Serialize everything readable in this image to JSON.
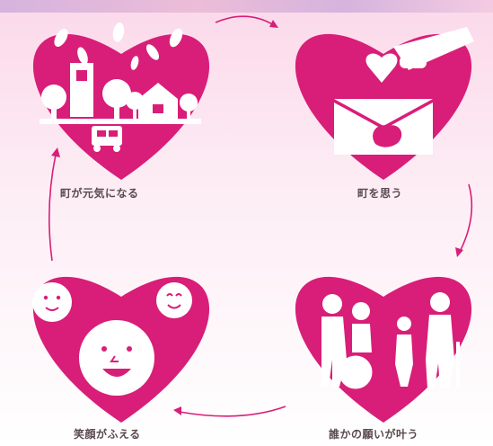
{
  "steps": [
    {
      "label": "町が元気になる"
    },
    {
      "label": "町を思う"
    },
    {
      "label": "誰かの願いが叶う"
    },
    {
      "label": "笑顔がふえる"
    }
  ],
  "colors": {
    "accent": "#d81e78",
    "background": "#fbd9ea",
    "text": "#5a4a4e"
  },
  "icons": [
    "town-icon",
    "donation-box-icon",
    "people-helping-icon",
    "smiling-faces-icon"
  ]
}
